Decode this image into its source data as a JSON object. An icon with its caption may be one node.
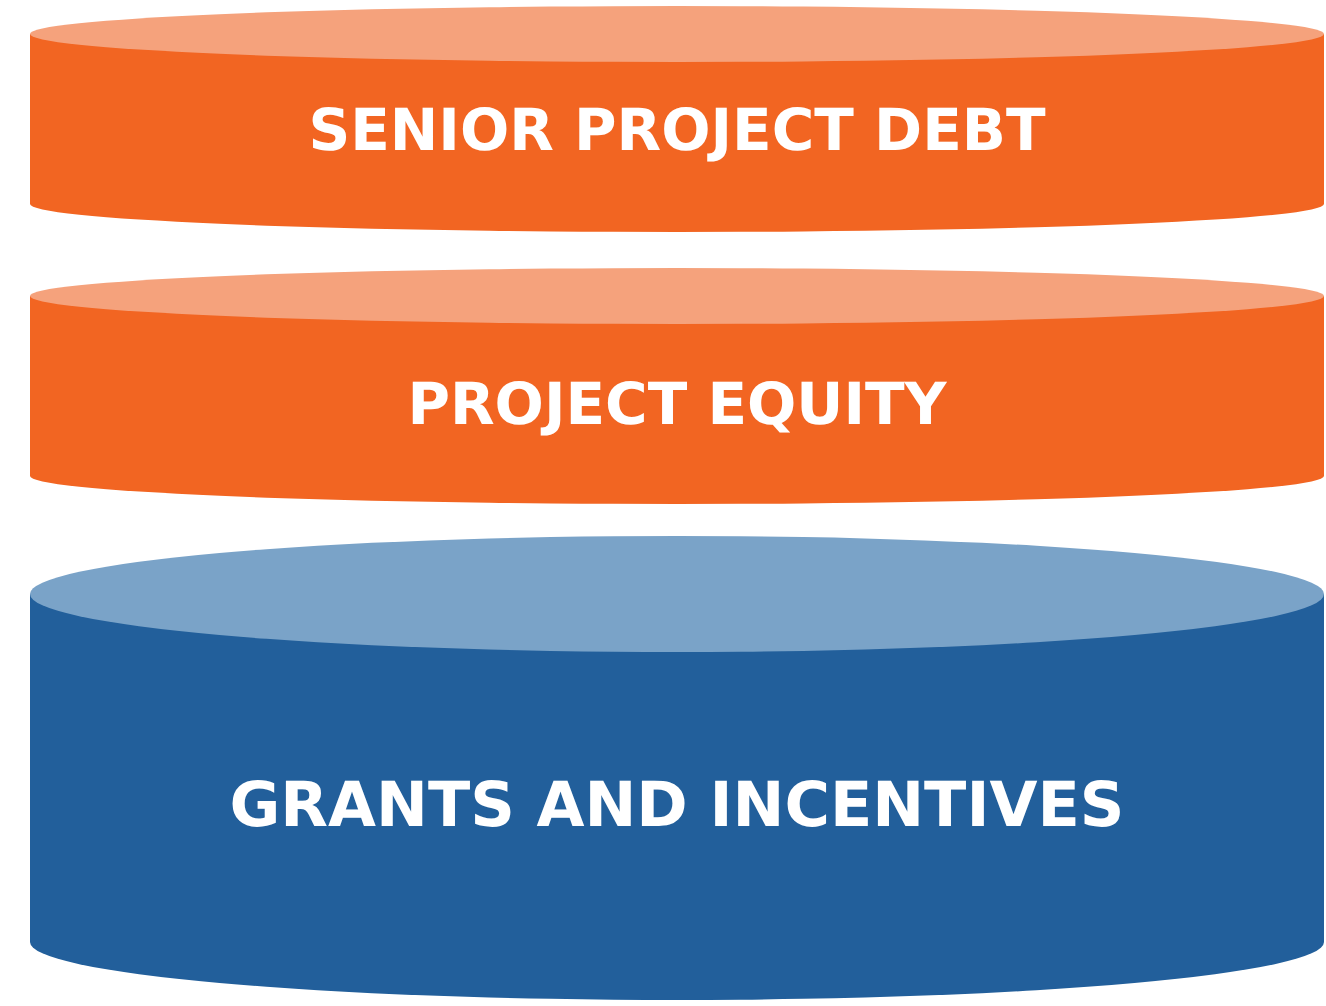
{
  "diagram": {
    "nodes": [
      {
        "text": [
          "SENIOR PROJECT DEBT"
        ]
      },
      {
        "text": [
          "PROJECT EQUITY"
        ]
      },
      {
        "text": [
          "GRANTS AND INCENTIVES"
        ]
      }
    ]
  }
}
